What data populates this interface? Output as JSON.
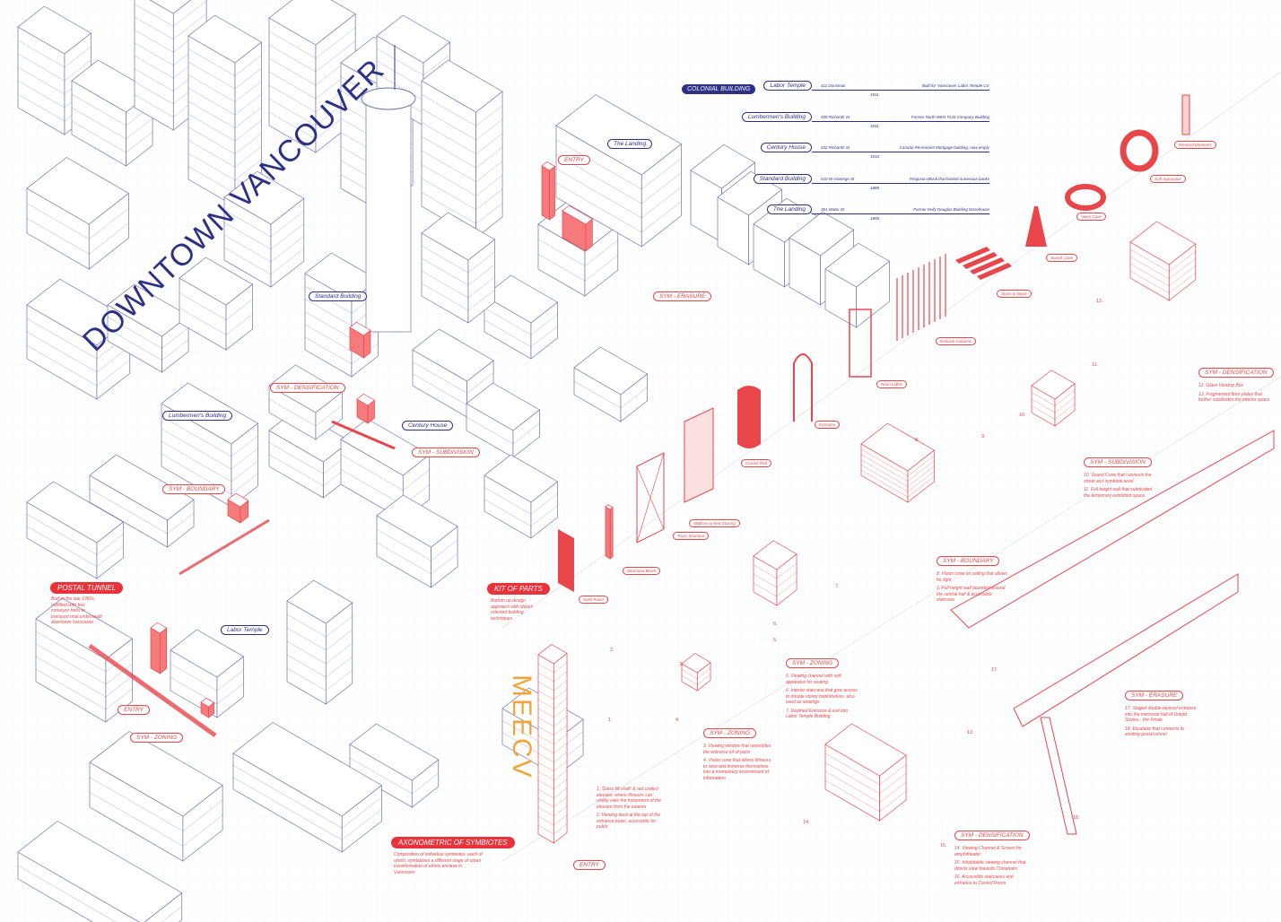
{
  "title": "DOWNTOWN VANCOUVER",
  "colors": {
    "navy": "#2d3185",
    "red": "#e8464a",
    "gold": "#f0a43a"
  },
  "colonial": {
    "header": "COLONIAL BUILDING",
    "rows": [
      {
        "name": "Labor Temple",
        "address": "411 Dunsmuir",
        "year": "1911",
        "note": "Built for 'Vancouver Labor Temple Co'"
      },
      {
        "name": "Lumbermen's Building",
        "address": "509 Richards St",
        "year": "1911",
        "note": "Former North West Trust Company Building"
      },
      {
        "name": "Century House",
        "address": "432 Richards St",
        "year": "1912",
        "note": "Canada Permanent Mortgage building, now empty"
      },
      {
        "name": "Standard Building",
        "address": "510 W Hastings St",
        "year": "1889",
        "note": "Ferguson Block that hosted numerous banks"
      },
      {
        "name": "The Landing",
        "address": "361 Water St",
        "year": "1905",
        "note": "Former Kelly Douglas Building Warehouse"
      }
    ]
  },
  "map_labels": {
    "standard": "Standard Building",
    "lumbermens": "Lumbermen's Building",
    "century": "Century House",
    "labor": "Labor Temple",
    "landing": "The Landing",
    "entry_top": "ENTRY",
    "sym_erasure": "SYM - ERASURE",
    "sym_densification": "SYM - DENSIFICATION",
    "sym_subdivision": "SYM - SUBDIVISION",
    "sym_boundary": "SYM - BOUNDARY",
    "entry_left": "ENTRY",
    "sym_zoning": "SYM - ZONING",
    "entry_bottom": "ENTRY"
  },
  "postal_tunnel": {
    "header": "POSTAL TUNNEL",
    "text": "Built in the late 1950s, outfitted with two conveyor belts to transport mail underneath downtown Vancouver"
  },
  "kit_of_parts": {
    "header": "KIT OF PARTS",
    "text": "Bottom up design approach with object-oriented building techniques",
    "parts": [
      "Mirrored Elements",
      "Soft Apparatus",
      "Voice Cave",
      "Sound Cone",
      "Stairs & Steps",
      "Delicate Columns",
      "Neon Lights",
      "Entrance",
      "Curved Red",
      "Mullions & Red Glazing",
      "Truss Structure",
      "Structural Beam",
      "Solid Panel"
    ]
  },
  "axonometric": {
    "header": "AXONOMETRIC OF SYMBIOTES",
    "text": "Composition of individual symbiotes, each of which, symbolizes a different stage of urban transformation of ethnic enclave in Vancouver"
  },
  "meecv": "MEECV",
  "entry_notes": [
    "1. 'Glass lift shaft' & red coated elevator, where filmeurs can visibly view the movement of the elevator from the exterior",
    "2. Viewing deck at the top of the entrance tower, accessible for public"
  ],
  "syms": {
    "zoning_a": {
      "title": "SYM - ZONING",
      "items": [
        "3. Viewing window that resembles the entrance kit of parts",
        "4. Vision cone that allows filmeurs to view and immerse themselves into a momentary environment of information"
      ]
    },
    "zoning_b": {
      "title": "SYM - ZONING",
      "items": [
        "5. Viewing channel with soft apparatus for seating",
        "6. Interior staircase that give access to double storey bookshelves, also used as seatings",
        "7. Depthed Entrance & exit into Labor Temple Building"
      ]
    },
    "boundary": {
      "title": "SYM - BOUNDARY",
      "items": [
        "8. Vision cone on ceiling that allows for light",
        "9. Full height wall bounded around the central hall & accessible staircase"
      ]
    },
    "subdivision": {
      "title": "SYM - SUBDIVISION",
      "items": [
        "10. Sound Cone that connects the street and symbiote level",
        "11. Full height wall that subdivided the temporary exhibition space"
      ]
    },
    "densification_a": {
      "title": "SYM - DENSIFICATION",
      "items": [
        "12. Glass Viewing Box",
        "13. Fragmented floor plates that further subdivides the interior space"
      ]
    },
    "densification_b": {
      "title": "SYM - DENSIFICATION",
      "items": [
        "14. Viewing Channel & Screen for amphitheater",
        "15. Inhabitable viewing channel that directs view towards Chinatown",
        "16. Accessible staircases and entrance to Control Room"
      ]
    },
    "erasure": {
      "title": "SYM - ERASURE",
      "items": [
        "17. Staged double-layered entrance into the memorial hall of Untold Stories - the Finale",
        "18. Escalator that connects to existing postal tunnel"
      ]
    }
  },
  "numbers": [
    "1.",
    "2.",
    "3.",
    "4.",
    "5.",
    "6.",
    "7.",
    "8",
    "9.",
    "10.",
    "11.",
    "12.",
    "13.",
    "14.",
    "15.",
    "17.",
    "18."
  ]
}
